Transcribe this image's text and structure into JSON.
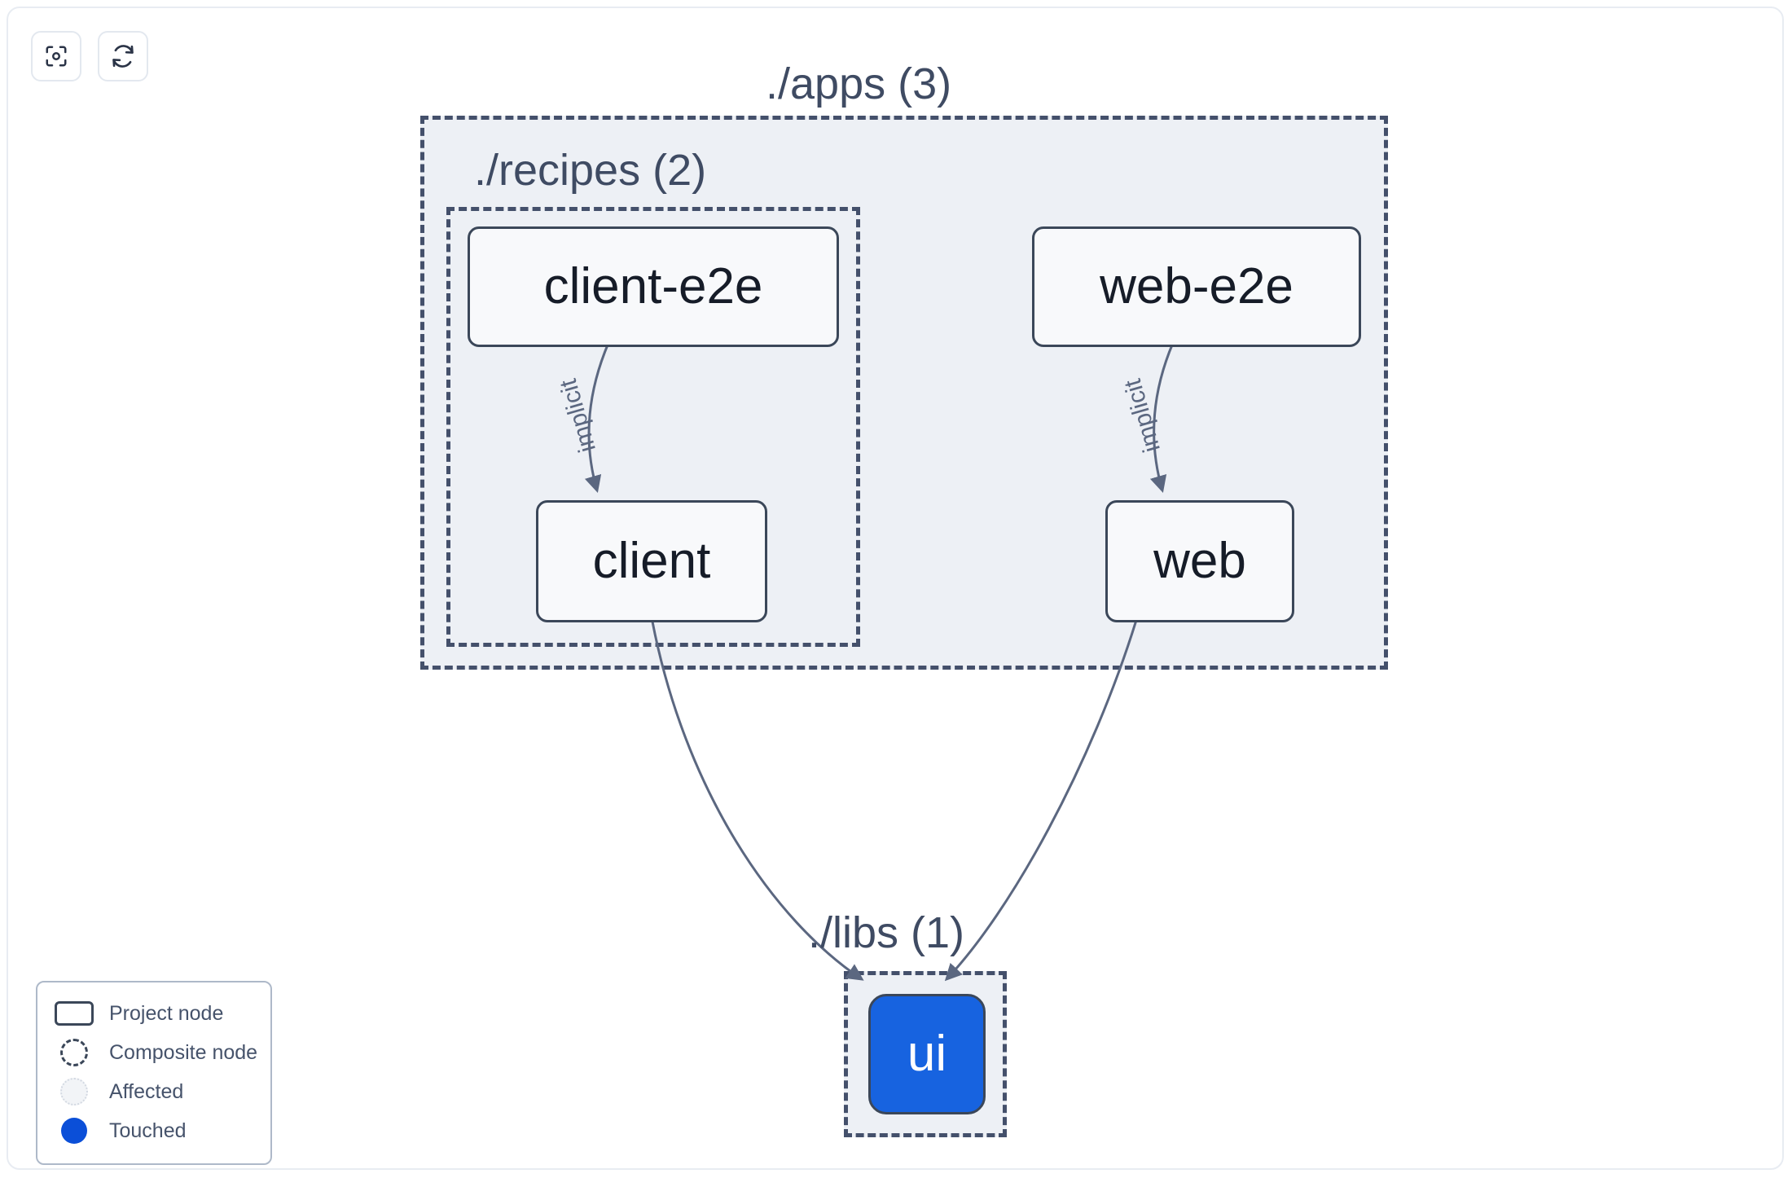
{
  "app": {
    "title": "Nx Project Graph"
  },
  "toolbar": {
    "buttons": [
      {
        "name": "focus-graph-button",
        "icon": "focus-target-icon",
        "label": "Focus graph"
      },
      {
        "name": "refresh-graph-button",
        "icon": "refresh-icon",
        "label": "Refresh graph"
      }
    ]
  },
  "graph": {
    "composites": [
      {
        "id": "apps",
        "label": "./apps (3)",
        "count": 3
      },
      {
        "id": "recipes",
        "label": "./recipes (2)",
        "count": 2
      },
      {
        "id": "libs",
        "label": "./libs (1)",
        "count": 1
      }
    ],
    "nodes": [
      {
        "id": "client-e2e",
        "label": "client-e2e",
        "parent": "recipes",
        "state": "normal"
      },
      {
        "id": "client",
        "label": "client",
        "parent": "recipes",
        "state": "normal"
      },
      {
        "id": "web-e2e",
        "label": "web-e2e",
        "parent": "apps",
        "state": "normal"
      },
      {
        "id": "web",
        "label": "web",
        "parent": "apps",
        "state": "normal"
      },
      {
        "id": "ui",
        "label": "ui",
        "parent": "libs",
        "state": "touched"
      }
    ],
    "edges": [
      {
        "from": "client-e2e",
        "to": "client",
        "label": "implicit"
      },
      {
        "from": "web-e2e",
        "to": "web",
        "label": "implicit"
      },
      {
        "from": "client",
        "to": "ui",
        "label": ""
      },
      {
        "from": "web",
        "to": "ui",
        "label": ""
      }
    ]
  },
  "legend": {
    "items": [
      {
        "swatch": "project-node-swatch",
        "label": "Project node"
      },
      {
        "swatch": "composite-node-swatch",
        "label": "Composite node"
      },
      {
        "swatch": "affected-swatch",
        "label": "Affected"
      },
      {
        "swatch": "touched-swatch",
        "label": "Touched"
      }
    ]
  },
  "colors": {
    "touched": "#0b4fd8",
    "node_border": "#3b4759",
    "composite_border": "#44506b",
    "composite_fill": "#edf0f5",
    "edge": "#5b6780",
    "canvas": "#ffffff"
  }
}
